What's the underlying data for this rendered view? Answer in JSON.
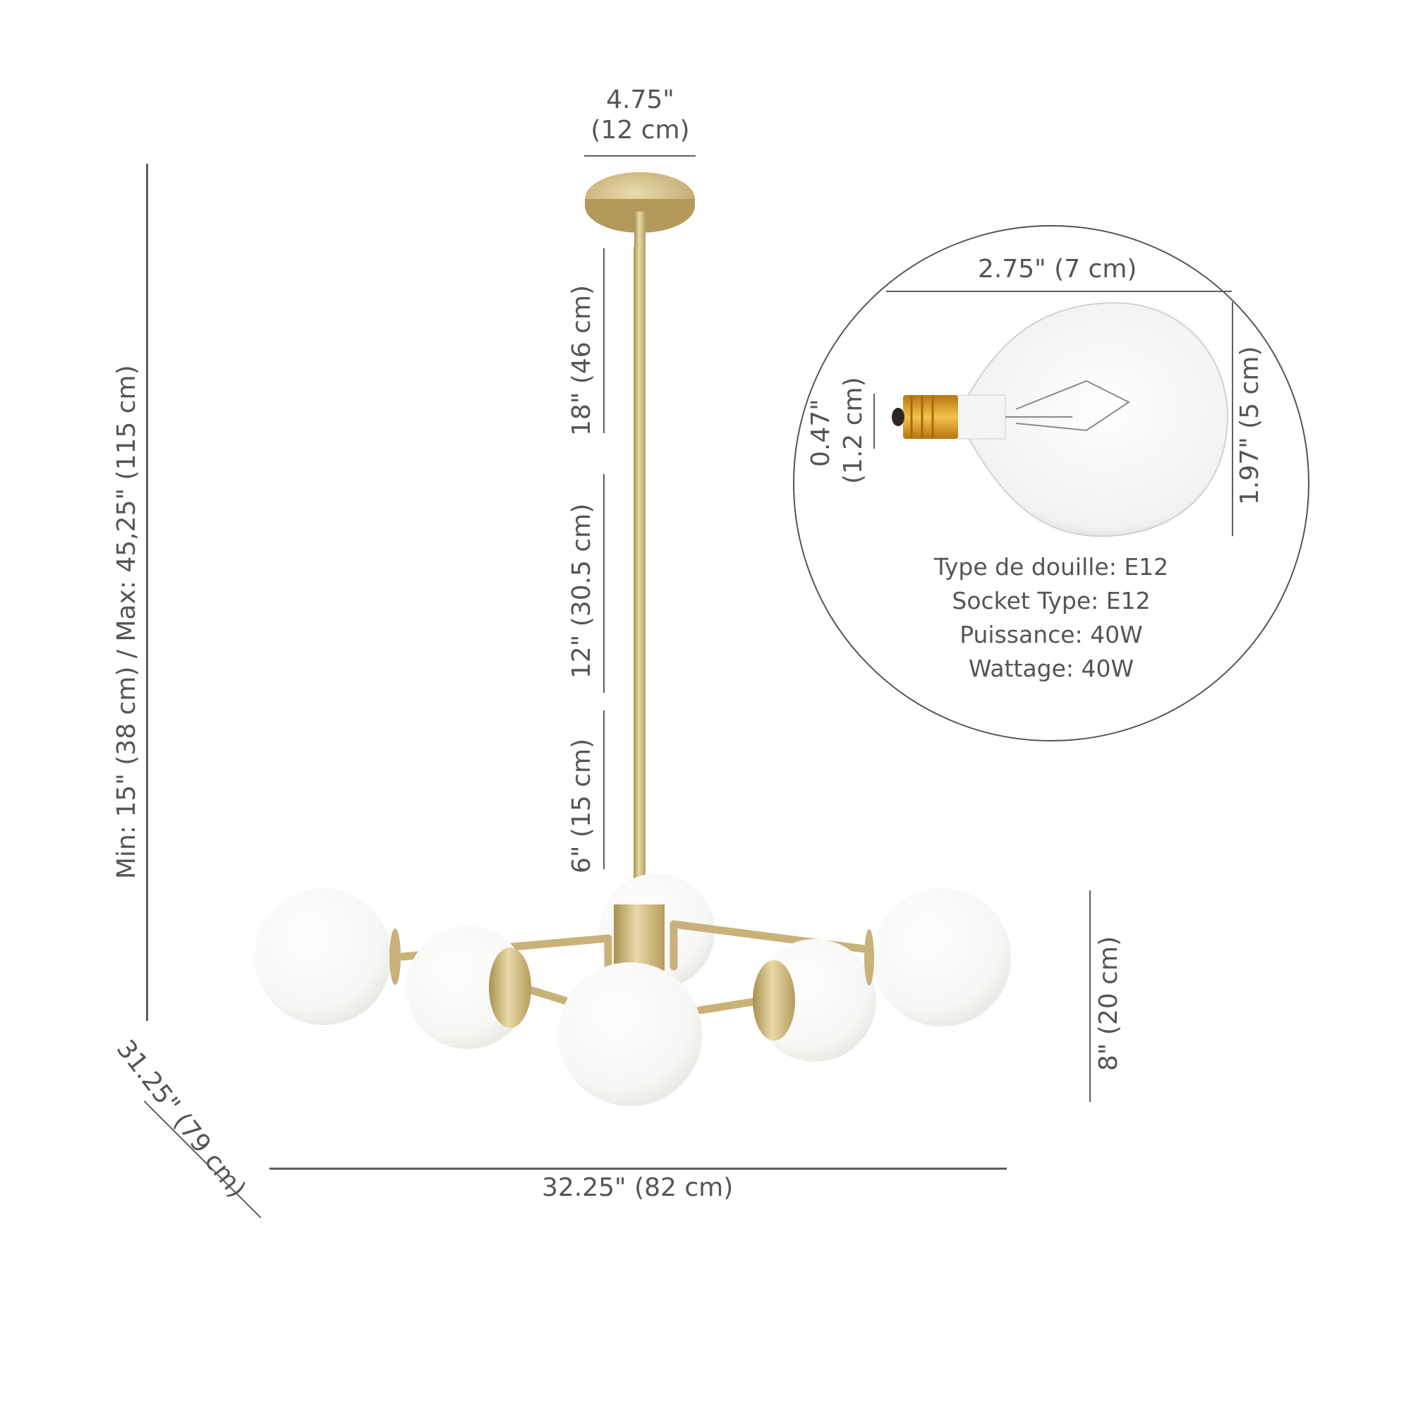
{
  "canopy_dimension": {
    "inches": "4.75\"",
    "cm": "(12 cm)"
  },
  "rod_segments": [
    {
      "label": "18\" (46 cm)"
    },
    {
      "label": "12\" (30.5 cm)"
    },
    {
      "label": "6\" (15 cm)"
    }
  ],
  "overall_height": {
    "label": "Min: 15\" (38 cm) / Max: 45,25\" (115 cm)"
  },
  "fixture_height": {
    "label": "8\" (20 cm)"
  },
  "fixture_width": {
    "label": "32.25\" (82 cm)"
  },
  "fixture_depth": {
    "label": "31.25\" (79 cm)"
  },
  "bulb_detail": {
    "width_label": "2.75\" (7 cm)",
    "height_label": "1.97\" (5 cm)",
    "base_inches": "0.47\"",
    "base_cm": "(1.2 cm)",
    "specs": [
      "Type de douille: E12",
      "Socket Type: E12",
      "Puissance: 40W",
      "Wattage: 40W"
    ]
  },
  "colors": {
    "text": "#555555",
    "dimension_line": "#5e5e5e",
    "brass": "#c9b27a",
    "brass_dark": "#a8914f",
    "globe": "#ffffff",
    "socket_gold": "#d99a1c"
  }
}
